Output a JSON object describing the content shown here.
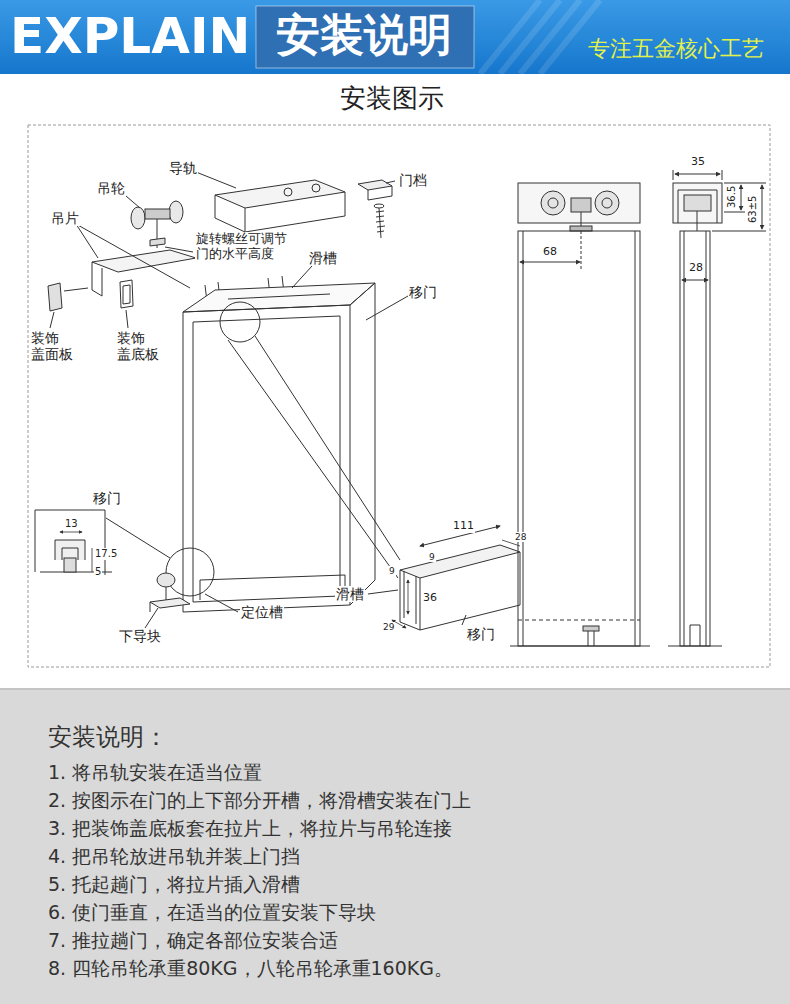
{
  "diagram": {
    "title": "安装图示",
    "labels": [
      "EXPLAIN",
      "安装说明",
      "专注五金核心工艺",
      "导轨",
      "门档",
      "吊轮",
      "吊片",
      "旋转螺丝可调节 门的水平高度",
      "滑槽",
      "移门",
      "装饰 盖面板",
      "装饰 盖底板",
      "移门",
      "13",
      "17.5",
      "5",
      "下导块",
      "定位槽",
      "滑槽",
      "111",
      "9",
      "28",
      "9",
      "36",
      "29",
      "移门",
      "68",
      "35",
      "36.5",
      "63±5",
      "28",
      "安装说明：",
      "1. 将吊轨安装在适当位置",
      "2. 按图示在门的上下部分开槽，将滑槽安装在门上",
      "3. 把装饰盖底板套在拉片上，将拉片与吊轮连接",
      "4. 把吊轮放进吊轨并装上门挡",
      "5. 托起趟门，将拉片插入滑槽",
      "6. 使门垂直，在适当的位置安装下导块",
      "7. 推拉趟门，确定各部位安装合适",
      "8. 四轮吊轮承重80KG，八轮吊轮承重160KG。"
    ]
  }
}
